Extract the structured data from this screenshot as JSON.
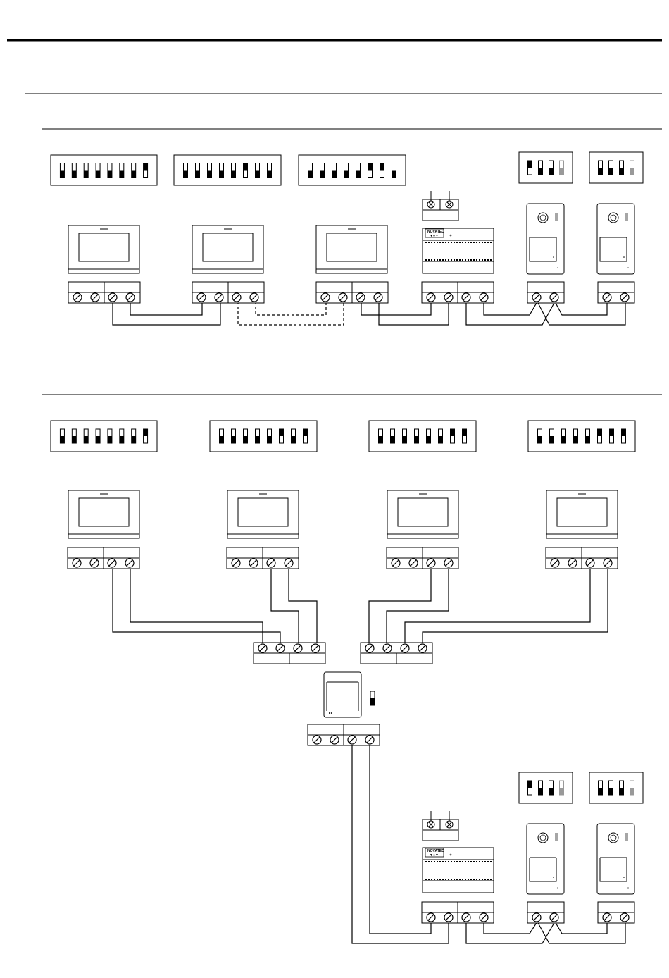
{
  "dip_switches": {
    "scheme1": [
      [
        "off",
        "off",
        "off",
        "off",
        "off",
        "off",
        "off",
        "on"
      ],
      [
        "off",
        "off",
        "off",
        "off",
        "off",
        "on",
        "off",
        "off"
      ],
      [
        "off",
        "off",
        "off",
        "off",
        "off",
        "on",
        "on",
        "off"
      ]
    ],
    "scheme2": [
      [
        "off",
        "off",
        "off",
        "off",
        "off",
        "off",
        "off",
        "on"
      ],
      [
        "off",
        "off",
        "off",
        "off",
        "off",
        "on",
        "off",
        "on"
      ],
      [
        "off",
        "off",
        "off",
        "off",
        "off",
        "off",
        "on",
        "on"
      ],
      [
        "off",
        "off",
        "off",
        "off",
        "off",
        "on",
        "on",
        "on"
      ]
    ]
  },
  "panel_switches": {
    "panel1": [
      "on",
      "off",
      "off",
      "grey"
    ],
    "panel2": [
      "off",
      "off",
      "off",
      "grey"
    ]
  },
  "power_supply": {
    "brand_text": "NOVATEC",
    "symbols": "▼●▼"
  },
  "terminal_symbol": "⊘",
  "lamp_symbol": "⊗",
  "colors": {
    "line": "#000000",
    "disabled_switch": "#999999"
  }
}
